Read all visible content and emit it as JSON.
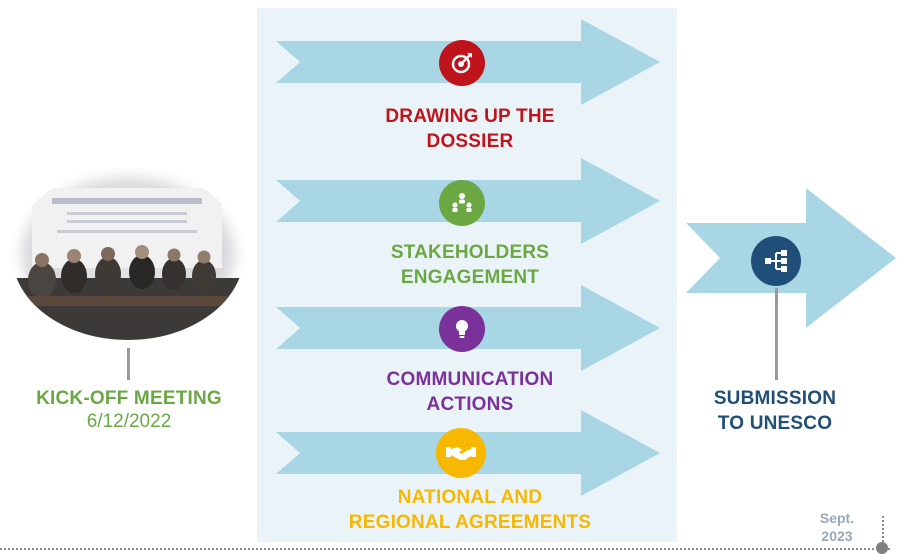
{
  "steps": [
    {
      "label_line1": "DRAWING UP THE",
      "label_line2": "DOSSIER",
      "color": "#c0141c",
      "icon": "target-icon"
    },
    {
      "label_line1": "STAKEHOLDERS",
      "label_line2": "ENGAGEMENT",
      "color": "#6ba843",
      "icon": "people-hierarchy-icon"
    },
    {
      "label_line1": "COMMUNICATION",
      "label_line2": "ACTIONS",
      "color": "#7a3199",
      "icon": "lightbulb-icon"
    },
    {
      "label_line1": "NATIONAL AND",
      "label_line2": "REGIONAL AGREEMENTS",
      "color": "#f6b800",
      "icon": "handshake-icon"
    }
  ],
  "kickoff": {
    "title": "KICK-OFF MEETING",
    "date": "6/12/2022",
    "color": "#6ba843"
  },
  "submission": {
    "line1": "SUBMISSION",
    "line2": "TO UNESCO",
    "color": "#1f4e79",
    "icon": "network-icon"
  },
  "timeline": {
    "end_line1": "Sept.",
    "end_line2": "2023"
  },
  "colors": {
    "arrow": "#a9d6e5",
    "panel": "#eaf4f8",
    "date_text": "#9aa8b5"
  }
}
